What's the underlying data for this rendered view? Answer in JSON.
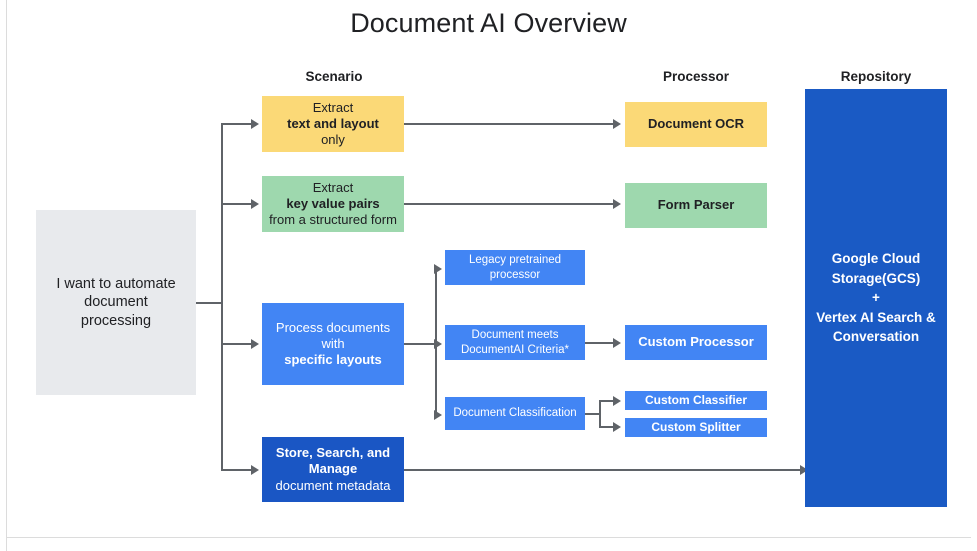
{
  "title": "Document AI Overview",
  "columns": {
    "scenario": "Scenario",
    "processor": "Processor",
    "repository": "Repository"
  },
  "colors": {
    "grey": "#e8eaed",
    "yellow": "#fbd977",
    "green": "#9ed8ae",
    "blue": "#4285f4",
    "dark_blue": "#1a56c4",
    "repository_blue": "#1a5ac4",
    "connector": "#5f6368",
    "text": "#202124"
  },
  "input": {
    "line1": "I want to automate",
    "line2": "document",
    "line3": "processing"
  },
  "scenarios": [
    {
      "id": "extract-text-layout",
      "pre": "Extract ",
      "bold": "text and layout",
      "post": " only",
      "color": "yellow"
    },
    {
      "id": "extract-key-value-pairs",
      "pre": "Extract ",
      "bold": "key value pairs",
      "post": " from a structured form",
      "color": "green"
    },
    {
      "id": "process-specific-layouts",
      "pre": "Process documents with ",
      "bold": "specific layouts",
      "post": "",
      "color": "blue"
    },
    {
      "id": "store-search-manage",
      "pre": "",
      "bold": "Store, Search, and Manage",
      "post": " document metadata",
      "color": "dark_blue"
    }
  ],
  "middle": [
    {
      "id": "legacy-pretrained-processor",
      "line1": "Legacy pretrained",
      "line2": "processor"
    },
    {
      "id": "document-meets-criteria",
      "line1": "Document meets",
      "line2": "DocumentAI Criteria*"
    },
    {
      "id": "document-classification",
      "line1": "Document Classification",
      "line2": ""
    }
  ],
  "processors": [
    {
      "id": "document-ocr",
      "label": "Document OCR",
      "color": "yellow"
    },
    {
      "id": "form-parser",
      "label": "Form Parser",
      "color": "green"
    },
    {
      "id": "custom-processor",
      "label": "Custom Processor",
      "color": "blue"
    },
    {
      "id": "custom-classifier",
      "label": "Custom Classifier",
      "color": "blue"
    },
    {
      "id": "custom-splitter",
      "label": "Custom Splitter",
      "color": "blue"
    }
  ],
  "repository": {
    "line1": "Google Cloud",
    "line2": "Storage(GCS)",
    "line3": "+",
    "line4": "Vertex AI Search &",
    "line5": "Conversation"
  }
}
